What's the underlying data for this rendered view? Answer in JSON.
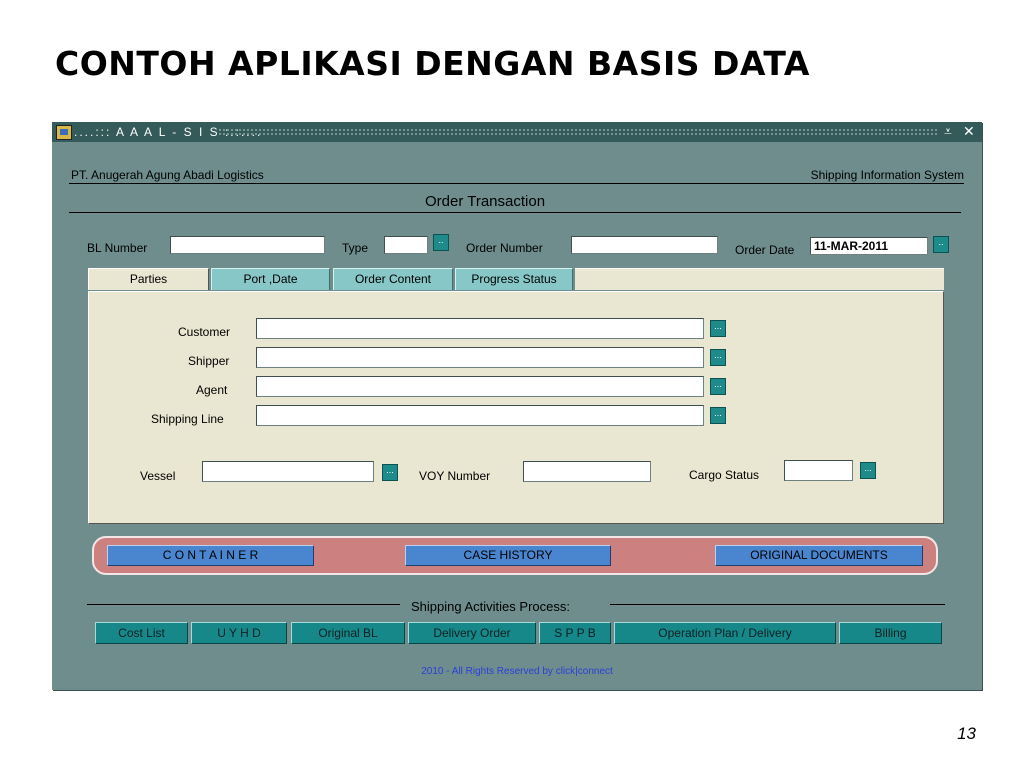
{
  "slide": {
    "title": "CONTOH APLIKASI DENGAN BASIS DATA",
    "page_number": "13"
  },
  "window": {
    "title": "....::: A A A L - S I S :::....",
    "minimize_glyph": "⩡",
    "close_glyph": "✕"
  },
  "header": {
    "company": "PT. Anugerah Agung Abadi Logistics",
    "system": "Shipping Information System",
    "form_title": "Order Transaction"
  },
  "top_fields": {
    "bl_number_label": "BL Number",
    "bl_number_value": "",
    "type_label": "Type",
    "type_value": "",
    "order_number_label": "Order Number",
    "order_number_value": "",
    "order_date_label": "Order Date",
    "order_date_value": "11-MAR-2011",
    "lov_glyph": ".."
  },
  "tabs": [
    {
      "label": "Parties",
      "active": true
    },
    {
      "label": "Port ,Date",
      "active": false
    },
    {
      "label": "Order Content",
      "active": false
    },
    {
      "label": "Progress Status",
      "active": false
    }
  ],
  "parties": {
    "customer_label": "Customer",
    "shipper_label": "Shipper",
    "agent_label": "Agent",
    "shipping_line_label": "Shipping Line",
    "vessel_label": "Vessel",
    "voy_number_label": "VOY Number",
    "cargo_status_label": "Cargo Status",
    "lov_glyph": "..."
  },
  "action_buttons": {
    "container": "C O N T A I N E R",
    "case_history": "CASE HISTORY",
    "original_documents": "ORIGINAL DOCUMENTS"
  },
  "process": {
    "label": "Shipping Activities Process:",
    "buttons": [
      "Cost List",
      "U Y H D",
      "Original BL",
      "Delivery Order",
      "S P P B",
      "Operation Plan / Delivery",
      "Billing"
    ]
  },
  "footer": "2010 - All Rights Reserved by click|connect",
  "colors": {
    "window_bg": "#6f8d8d",
    "titlebar": "#345a5a",
    "panel_bg": "#e9e6d1",
    "tab_inactive": "#87c7c7",
    "blue_button": "#4a86cf",
    "teal_button": "#17888a",
    "pink_box": "#cc8080",
    "footer_text": "#2a3fd8"
  }
}
